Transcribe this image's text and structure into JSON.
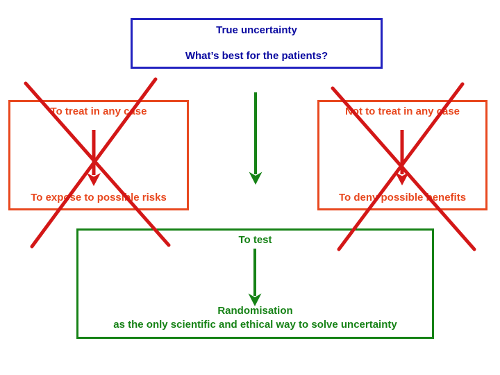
{
  "colors": {
    "background": "#FFFFFF",
    "navy_text": "#0909A0",
    "blue_border": "#2222C0",
    "orange": "#E8481F",
    "red": "#D31717",
    "green": "#168216"
  },
  "top_box": {
    "line1": "True uncertainty",
    "line2": "What’s best for the patients?"
  },
  "left_box": {
    "top_label": "To treat in any case",
    "bottom_label": "To expose to possible risks"
  },
  "right_box": {
    "top_label": "Not to treat in any case",
    "bottom_label": "To deny possible benefits"
  },
  "bottom_box": {
    "top_label": "To test",
    "result_title": "Randomisation",
    "result_subtitle": "as the only scientific and ethical way to solve uncertainty"
  },
  "icons": {
    "left_arrow": "red-arrow-down-icon",
    "right_arrow": "red-arrow-down-icon",
    "center_arrow": "green-arrow-down-icon",
    "bottom_arrow": "green-arrow-down-icon",
    "left_cross": "red-cross-out-icon",
    "right_cross": "red-cross-out-icon"
  }
}
